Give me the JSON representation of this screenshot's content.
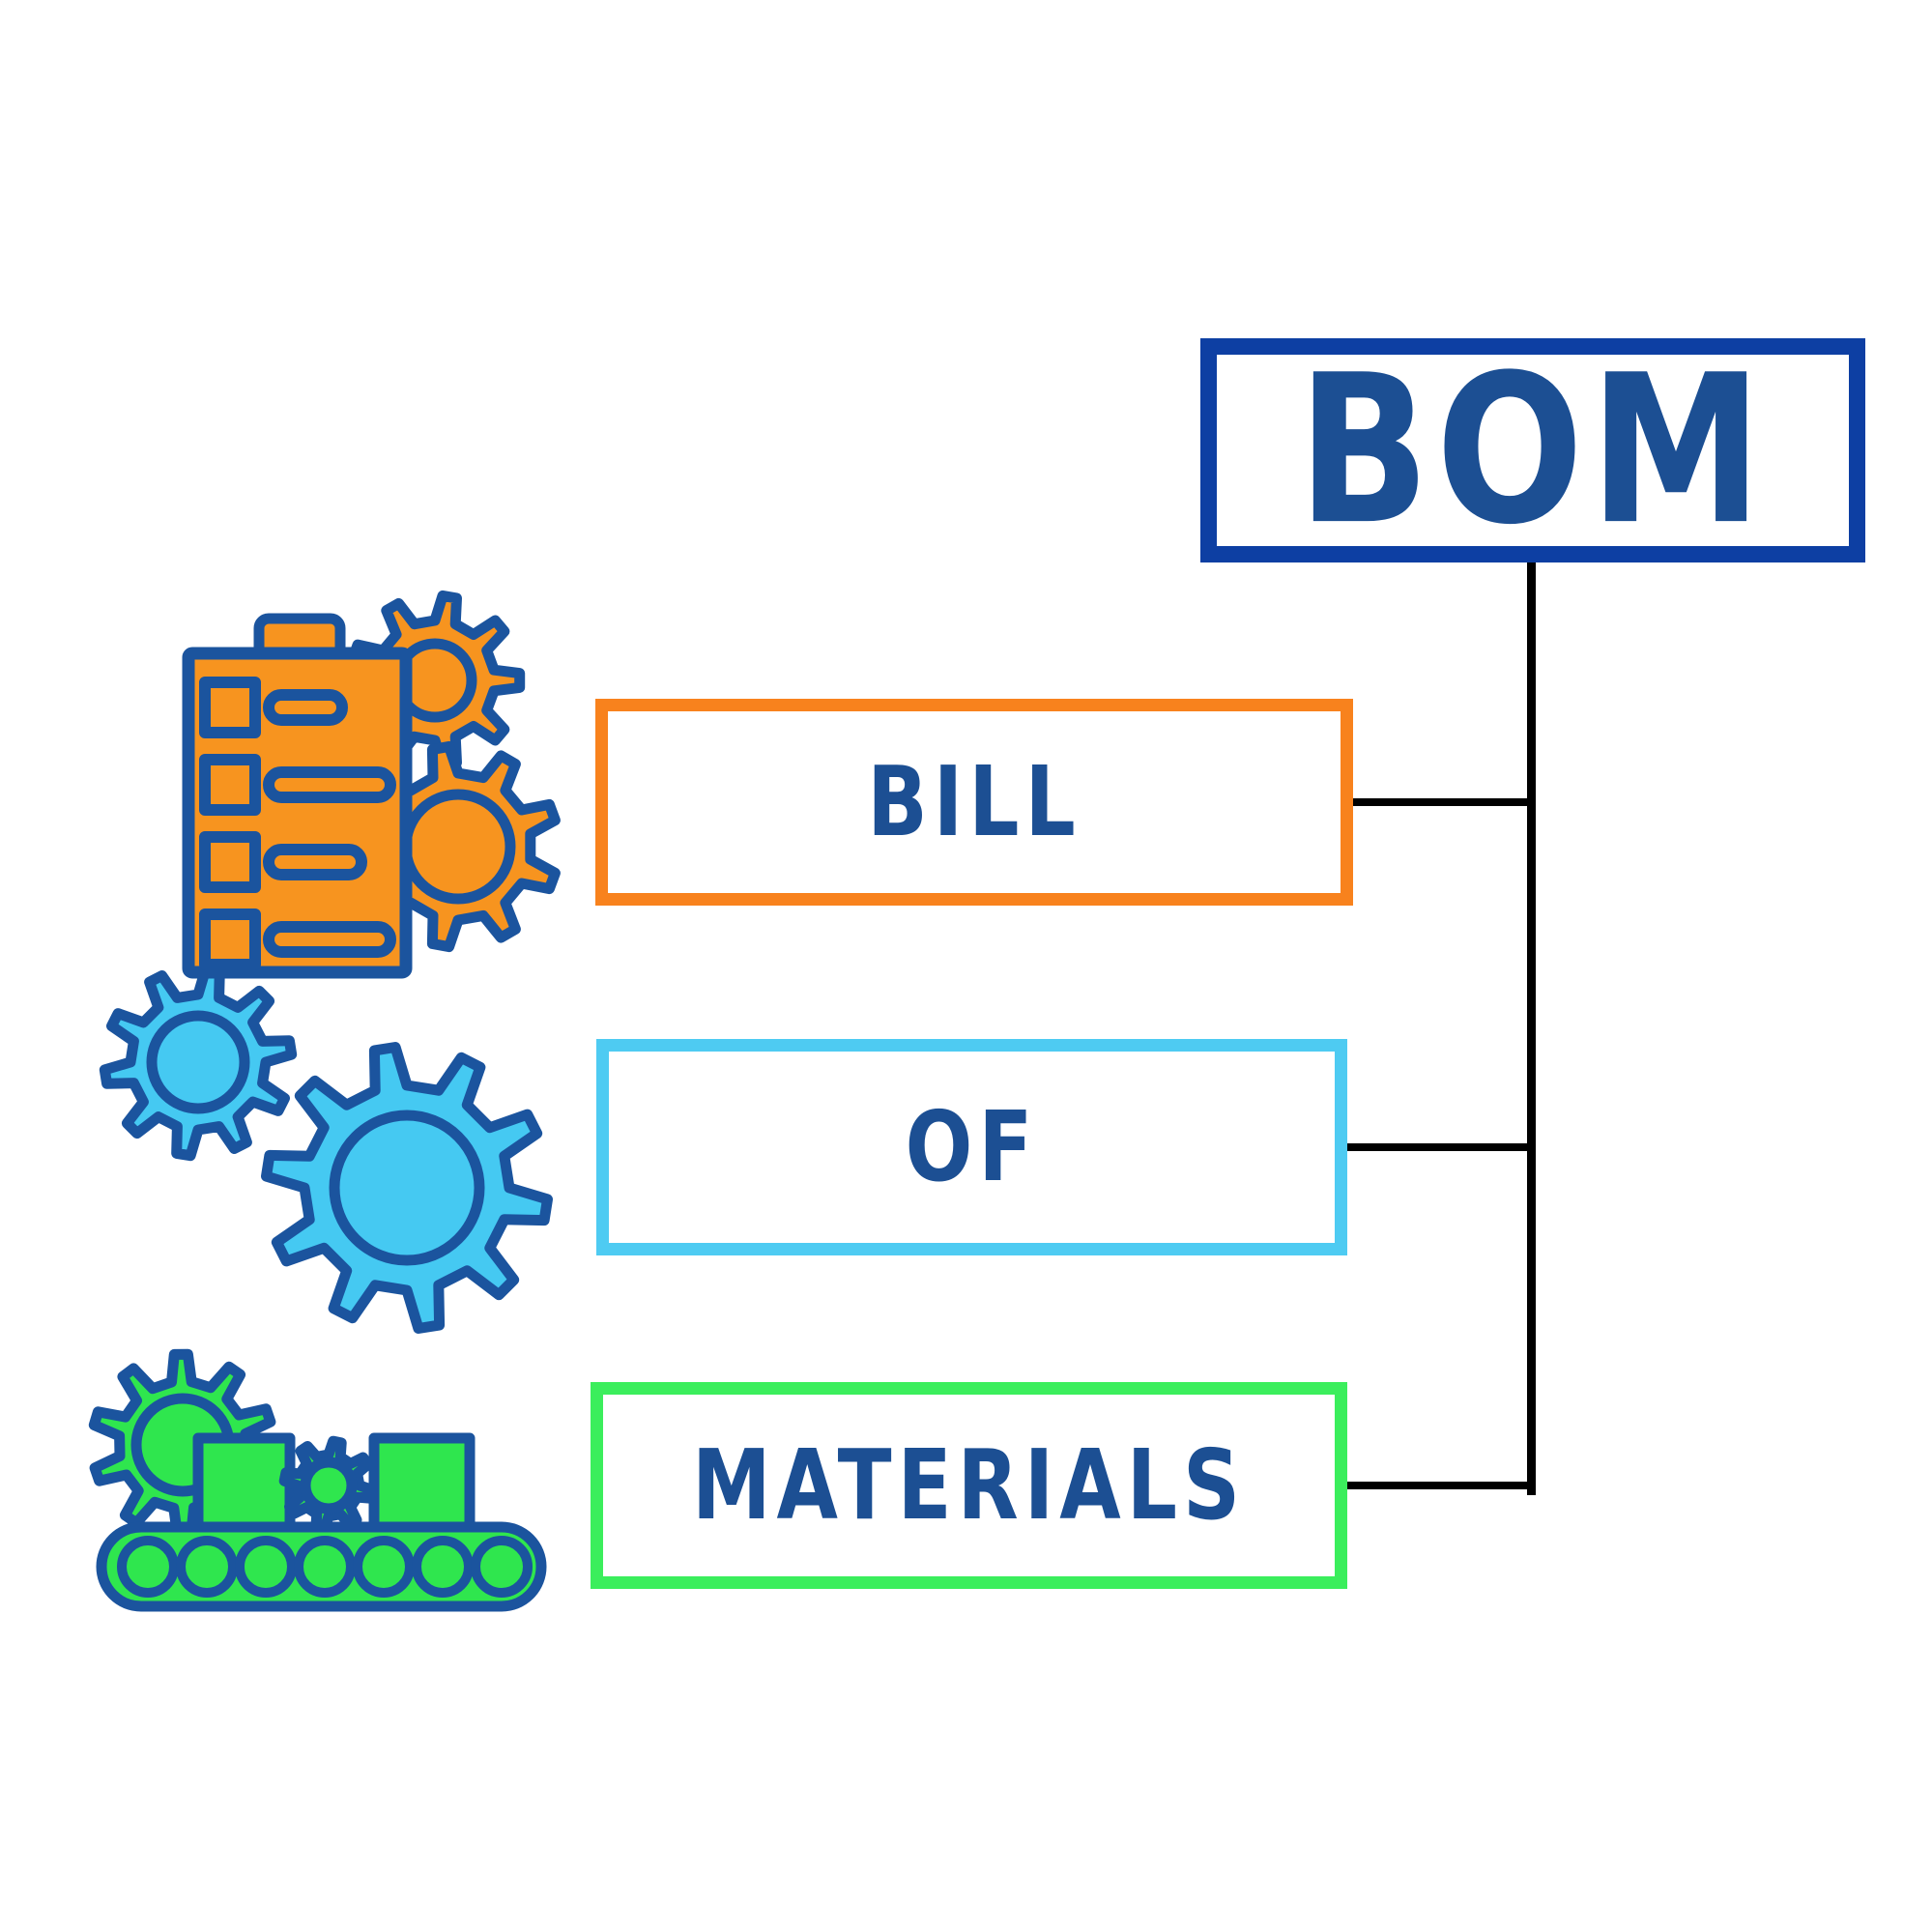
{
  "diagram": {
    "acronym_label": "BOM",
    "terms": [
      {
        "label": "BILL",
        "accent_color": "#f8821d",
        "icon": "checklist-with-gears-icon"
      },
      {
        "label": "OF",
        "accent_color": "#4ecbf2",
        "icon": "gears-icon"
      },
      {
        "label": "MATERIALS",
        "accent_color": "#3bee5c",
        "icon": "conveyor-belt-icon"
      }
    ]
  },
  "palette": {
    "acronym_border_blue": "#0d3fa3",
    "text_navy": "#1c4f93",
    "icon_outline_blue": "#1b549e",
    "orange_fill": "#f7941f",
    "blue_gear_fill": "#45c9f2",
    "green_fill": "#2fe64e",
    "connector_black": "#000000",
    "background": "#ffffff"
  }
}
